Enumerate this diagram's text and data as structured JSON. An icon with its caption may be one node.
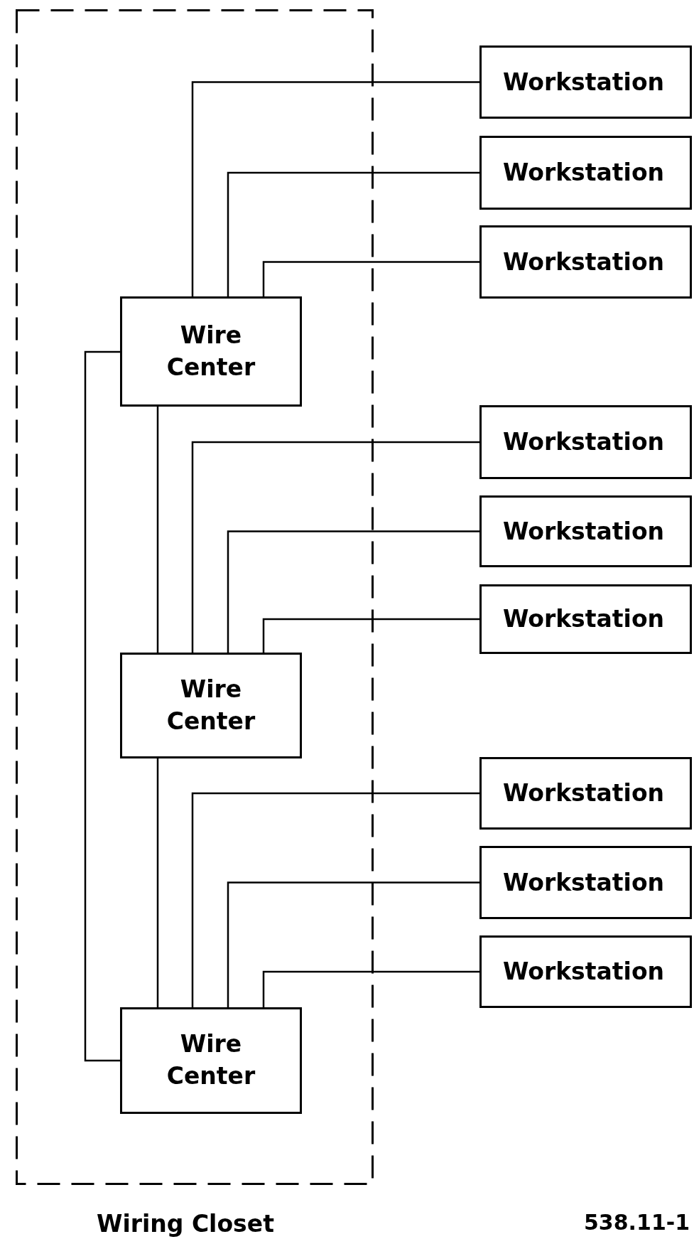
{
  "diagram": {
    "nodes": [
      {
        "text": [
          "Wiring Closet"
        ]
      },
      {
        "text": [
          "Workstation"
        ]
      },
      {
        "text": [
          "Workstation"
        ]
      },
      {
        "text": [
          "Workstation"
        ]
      },
      {
        "text": [
          "Wire Center"
        ],
        "in": 0
      },
      {
        "text": [
          "Workstation"
        ]
      },
      {
        "text": [
          "Workstation"
        ]
      },
      {
        "text": [
          "Workstation"
        ]
      },
      {
        "text": [
          "Wire Center"
        ],
        "in": 0
      },
      {
        "text": [
          "Workstation"
        ]
      },
      {
        "text": [
          "Workstation"
        ]
      },
      {
        "text": [
          "Workstation"
        ]
      },
      {
        "text": [
          "Wire Center"
        ],
        "in": 0
      }
    ],
    "edges": [
      {
        "from": 4,
        "to": 1,
        "arrow": "none"
      },
      {
        "from": 4,
        "to": 2,
        "arrow": "none"
      },
      {
        "from": 4,
        "to": 3,
        "arrow": "none"
      },
      {
        "from": 8,
        "to": 5,
        "arrow": "none"
      },
      {
        "from": 8,
        "to": 6,
        "arrow": "none"
      },
      {
        "from": 8,
        "to": 7,
        "arrow": "none"
      },
      {
        "from": 12,
        "to": 9,
        "arrow": "none"
      },
      {
        "from": 12,
        "to": 10,
        "arrow": "none"
      },
      {
        "from": 12,
        "to": 11,
        "arrow": "none"
      },
      {
        "from": 4,
        "to": 8,
        "arrow": "none"
      },
      {
        "from": 8,
        "to": 12,
        "arrow": "none"
      },
      {
        "from": 4,
        "to": 12,
        "arrow": "none"
      }
    ],
    "labels": [
      "538.11-1"
    ]
  }
}
